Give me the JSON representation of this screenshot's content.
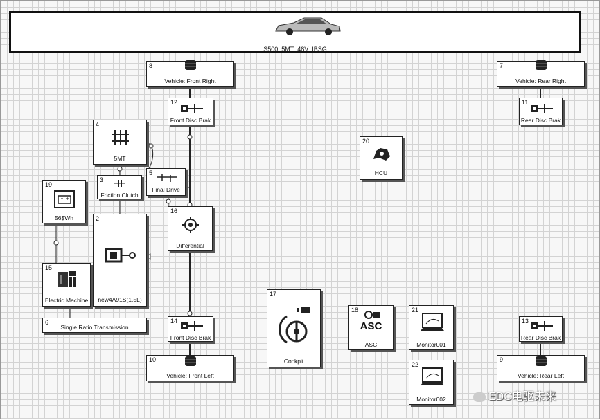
{
  "model_title": "S500_5MT_48V_IBSG",
  "blocks": [
    {
      "id": "8",
      "label": "Vehicle: Front Right",
      "icon": "tire-icon"
    },
    {
      "id": "7",
      "label": "Vehicle: Rear Right",
      "icon": "tire-icon"
    },
    {
      "id": "12",
      "label": "Front Disc Brak",
      "icon": "disc-brake-icon"
    },
    {
      "id": "11",
      "label": "Rear Disc Brak",
      "icon": "disc-brake-icon"
    },
    {
      "id": "4",
      "label": "5MT",
      "icon": "gearbox-icon"
    },
    {
      "id": "20",
      "label": "HCU",
      "icon": "hcu-icon"
    },
    {
      "id": "3",
      "label": "Friction Clutch",
      "icon": "clutch-icon"
    },
    {
      "id": "5",
      "label": "Final Drive",
      "icon": "final-drive-icon"
    },
    {
      "id": "19",
      "label": "56$Wh",
      "icon": "battery-icon"
    },
    {
      "id": "2",
      "label": "new4A91S(1.5L)",
      "icon": "engine-icon"
    },
    {
      "id": "16",
      "label": "Differential",
      "icon": "differential-icon"
    },
    {
      "id": "15",
      "label": "Electric Machine",
      "icon": "electric-machine-icon"
    },
    {
      "id": "6",
      "label": "Single Ratio Transmission",
      "icon": ""
    },
    {
      "id": "17",
      "label": "Cockpit",
      "icon": "cockpit-icon"
    },
    {
      "id": "18",
      "label": "ASC",
      "icon": "asc-icon"
    },
    {
      "id": "21",
      "label": "Monitor001",
      "icon": "monitor-icon"
    },
    {
      "id": "22",
      "label": "Monitor002",
      "icon": "monitor-icon"
    },
    {
      "id": "14",
      "label": "Front Disc Brak",
      "icon": "disc-brake-icon"
    },
    {
      "id": "13",
      "label": "Rear Disc Brak",
      "icon": "disc-brake-icon"
    },
    {
      "id": "10",
      "label": "Vehicle: Front Left",
      "icon": "tire-icon"
    },
    {
      "id": "9",
      "label": "Vehicle: Rear Left",
      "icon": "tire-icon"
    }
  ],
  "asc_icon_text": "ASC",
  "watermark": "EDC电驱未来"
}
